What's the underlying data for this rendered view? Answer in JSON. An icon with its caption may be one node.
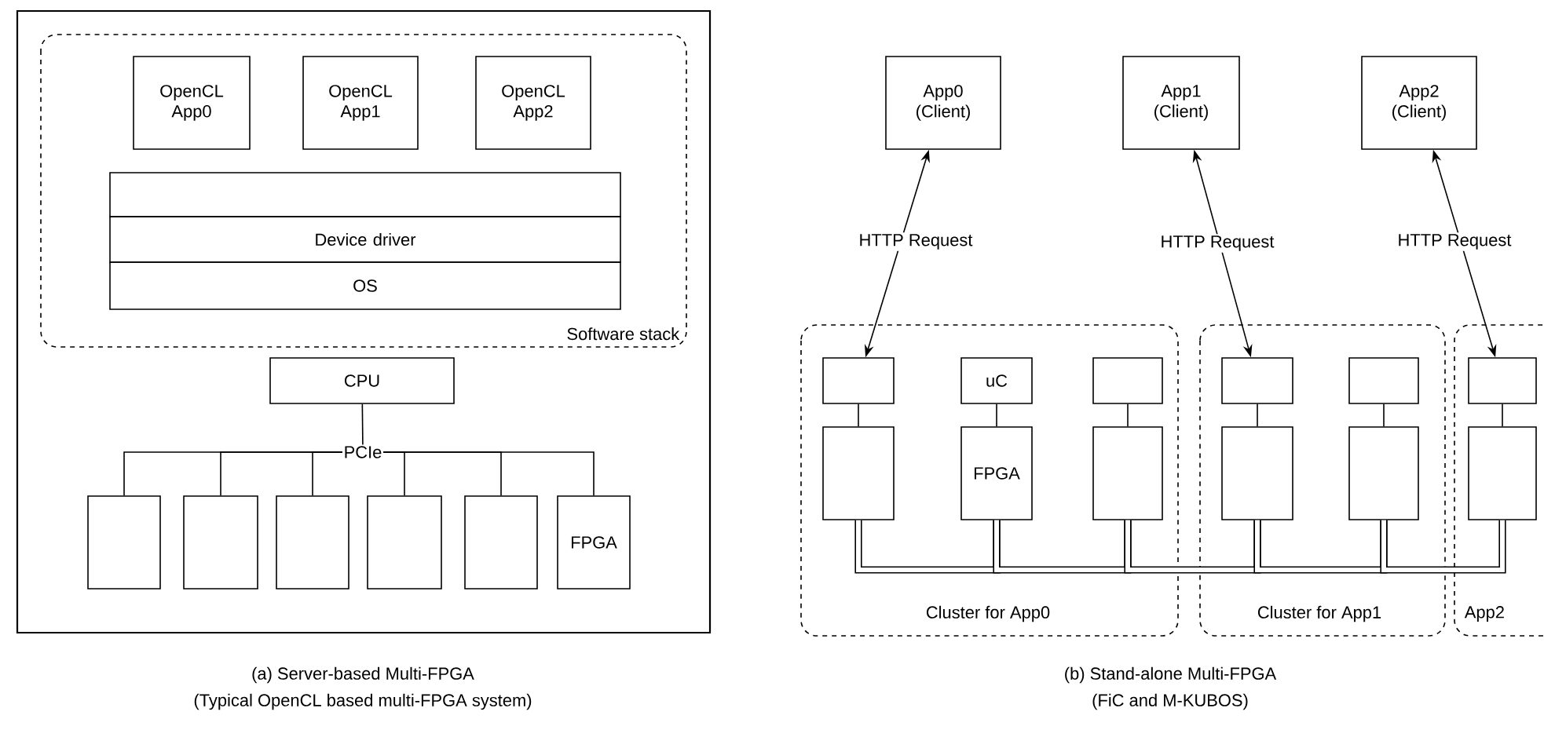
{
  "diagram": {
    "nodes": [
      {
        "text": [],
        "shape": "box"
      },
      {
        "text": [
          "Software stack"
        ],
        "in": 0
      },
      {
        "text": [
          "OpenCL App0"
        ],
        "in": 1
      },
      {
        "text": [
          "OpenCL App1"
        ],
        "in": 1
      },
      {
        "text": [
          "OpenCL App2"
        ],
        "in": 1
      },
      {
        "text": [],
        "shape": "box",
        "in": 1
      },
      {
        "text": [
          "Device driver"
        ],
        "in": 1
      },
      {
        "text": [
          "OS"
        ],
        "in": 1
      },
      {
        "text": [
          "CPU"
        ],
        "in": 0
      },
      {
        "text": [
          "PCIe"
        ],
        "in": 0
      },
      {
        "text": [],
        "shape": "box",
        "in": 0
      },
      {
        "text": [],
        "shape": "box",
        "in": 0
      },
      {
        "text": [],
        "shape": "box",
        "in": 0
      },
      {
        "text": [],
        "shape": "box",
        "in": 0
      },
      {
        "text": [],
        "shape": "box",
        "in": 0
      },
      {
        "text": [
          "FPGA"
        ],
        "in": 0
      },
      {
        "text": [
          "App0 (Client)"
        ]
      },
      {
        "text": [
          "App1 (Client)"
        ]
      },
      {
        "text": [
          "App2 (Client)"
        ]
      },
      {
        "text": [
          "Cluster for App0"
        ]
      },
      {
        "text": [],
        "shape": "box",
        "in": 19
      },
      {
        "text": [],
        "shape": "box",
        "in": 19
      },
      {
        "text": [
          "uC"
        ],
        "in": 19
      },
      {
        "text": [
          "FPGA"
        ],
        "in": 19
      },
      {
        "text": [],
        "shape": "box",
        "in": 19
      },
      {
        "text": [],
        "shape": "box",
        "in": 19
      },
      {
        "text": [
          "Cluster for App1"
        ]
      },
      {
        "text": [],
        "shape": "box",
        "in": 26
      },
      {
        "text": [],
        "shape": "box",
        "in": 26
      },
      {
        "text": [],
        "shape": "box",
        "in": 26
      },
      {
        "text": [],
        "shape": "box",
        "in": 26
      },
      {
        "text": [
          "App2"
        ]
      },
      {
        "text": [],
        "shape": "box",
        "in": 31
      },
      {
        "text": [],
        "shape": "box",
        "in": 31
      }
    ],
    "edges": [
      {
        "from": 8,
        "to": 9,
        "arrow": "none"
      },
      {
        "from": 9,
        "to": 10,
        "arrow": "none"
      },
      {
        "from": 9,
        "to": 11,
        "arrow": "none"
      },
      {
        "from": 9,
        "to": 12,
        "arrow": "none"
      },
      {
        "from": 9,
        "to": 13,
        "arrow": "none"
      },
      {
        "from": 9,
        "to": 14,
        "arrow": "none"
      },
      {
        "from": 9,
        "to": 15,
        "arrow": "none"
      },
      {
        "from": 16,
        "to": 20,
        "arrow": "both",
        "label": "HTTP Request"
      },
      {
        "from": 17,
        "to": 27,
        "arrow": "both",
        "label": "HTTP Request"
      },
      {
        "from": 18,
        "to": 32,
        "arrow": "both",
        "label": "HTTP Request"
      },
      {
        "from": 20,
        "to": 21,
        "arrow": "none"
      },
      {
        "from": 22,
        "to": 23,
        "arrow": "none"
      },
      {
        "from": 24,
        "to": 25,
        "arrow": "none"
      },
      {
        "from": 27,
        "to": 28,
        "arrow": "none"
      },
      {
        "from": 29,
        "to": 30,
        "arrow": "none"
      },
      {
        "from": 32,
        "to": 33,
        "arrow": "none"
      },
      {
        "from": 21,
        "to": 23,
        "arrow": "none",
        "style": "thick"
      },
      {
        "from": 23,
        "to": 25,
        "arrow": "none",
        "style": "thick"
      },
      {
        "from": 25,
        "to": 28,
        "arrow": "none",
        "style": "thick"
      },
      {
        "from": 28,
        "to": 30,
        "arrow": "none",
        "style": "thick"
      },
      {
        "from": 30,
        "to": 33,
        "arrow": "none",
        "style": "thick"
      }
    ],
    "labels": [
      "(a) Server-based Multi-FPGA",
      "(Typical OpenCL based multi-FPGA system)",
      "(b) Stand-alone Multi-FPGA",
      "(FiC and M-KUBOS)"
    ]
  }
}
